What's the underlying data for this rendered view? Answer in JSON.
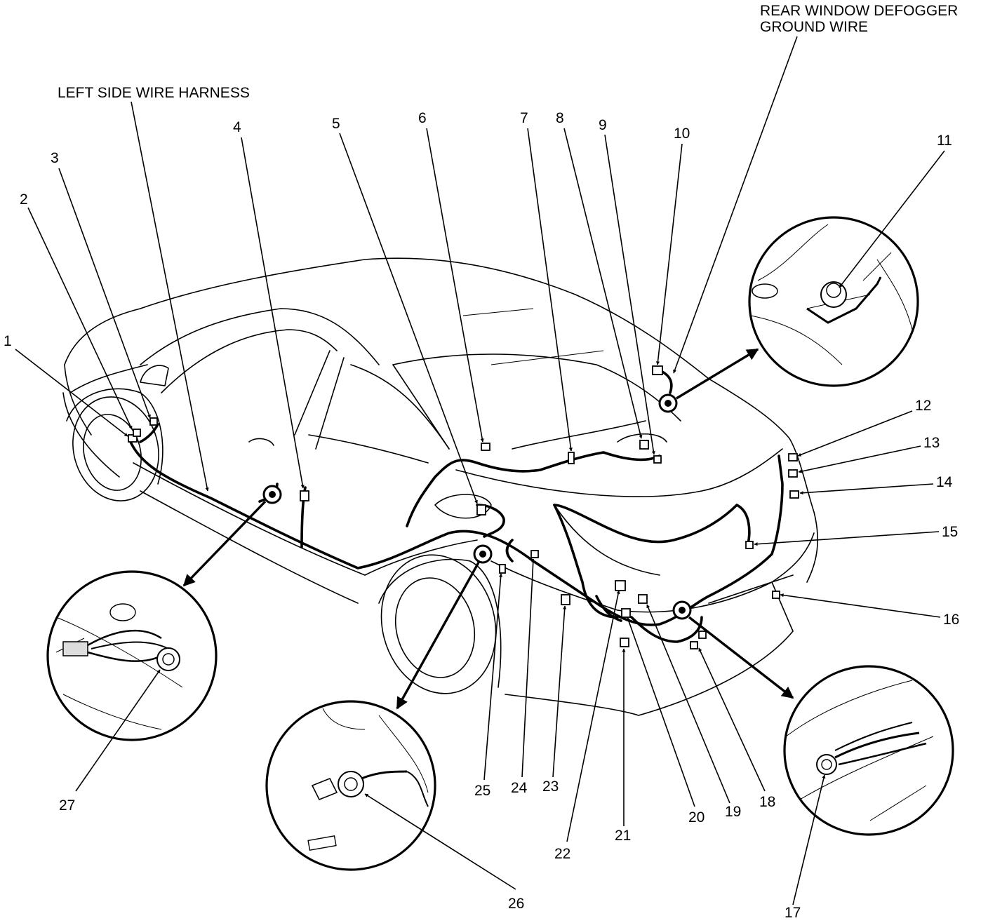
{
  "callouts": {
    "harness": "LEFT SIDE WIRE HARNESS",
    "defogger_line1": "REAR WINDOW DEFOGGER",
    "defogger_line2": "GROUND WIRE"
  },
  "numbers": [
    "1",
    "2",
    "3",
    "4",
    "5",
    "6",
    "7",
    "8",
    "9",
    "10",
    "11",
    "12",
    "13",
    "14",
    "15",
    "16",
    "17",
    "18",
    "19",
    "20",
    "21",
    "22",
    "23",
    "24",
    "25",
    "26",
    "27"
  ]
}
